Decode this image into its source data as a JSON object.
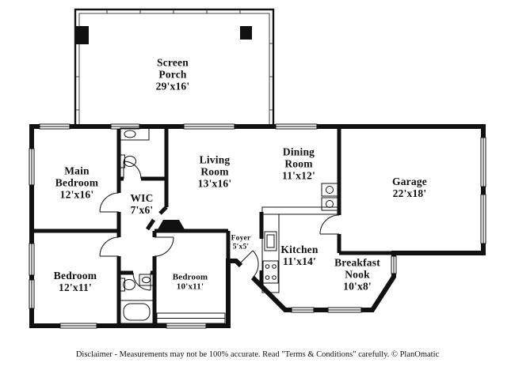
{
  "floorplan": {
    "colors": {
      "wall": "#111111",
      "background": "#ffffff",
      "text": "#111111"
    },
    "rooms": [
      {
        "id": "screen-porch",
        "name": "Screen Porch",
        "dims": "29'x16'"
      },
      {
        "id": "main-bedroom",
        "name": "Main Bedroom",
        "dims": "12'x16'"
      },
      {
        "id": "wic",
        "name": "WIC",
        "dims": "7'x6'"
      },
      {
        "id": "living-room",
        "name": "Living Room",
        "dims": "13'x16'"
      },
      {
        "id": "dining-room",
        "name": "Dining Room",
        "dims": "11'x12'"
      },
      {
        "id": "garage",
        "name": "Garage",
        "dims": "22'x18'"
      },
      {
        "id": "bedroom-left",
        "name": "Bedroom",
        "dims": "12'x11'"
      },
      {
        "id": "bedroom-center",
        "name": "Bedroom",
        "dims": "10'x11'"
      },
      {
        "id": "foyer",
        "name": "Foyer",
        "dims": "5'x5'"
      },
      {
        "id": "kitchen",
        "name": "Kitchen",
        "dims": "11'x14'"
      },
      {
        "id": "breakfast-nook",
        "name": "Breakfast Nook",
        "dims": "10'x8'"
      }
    ]
  },
  "footer": {
    "disclaimer": "Disclaimer - Measurements may not be 100% accurate. Read \"Terms & Conditions\" carefully. © PlanOmatic"
  }
}
